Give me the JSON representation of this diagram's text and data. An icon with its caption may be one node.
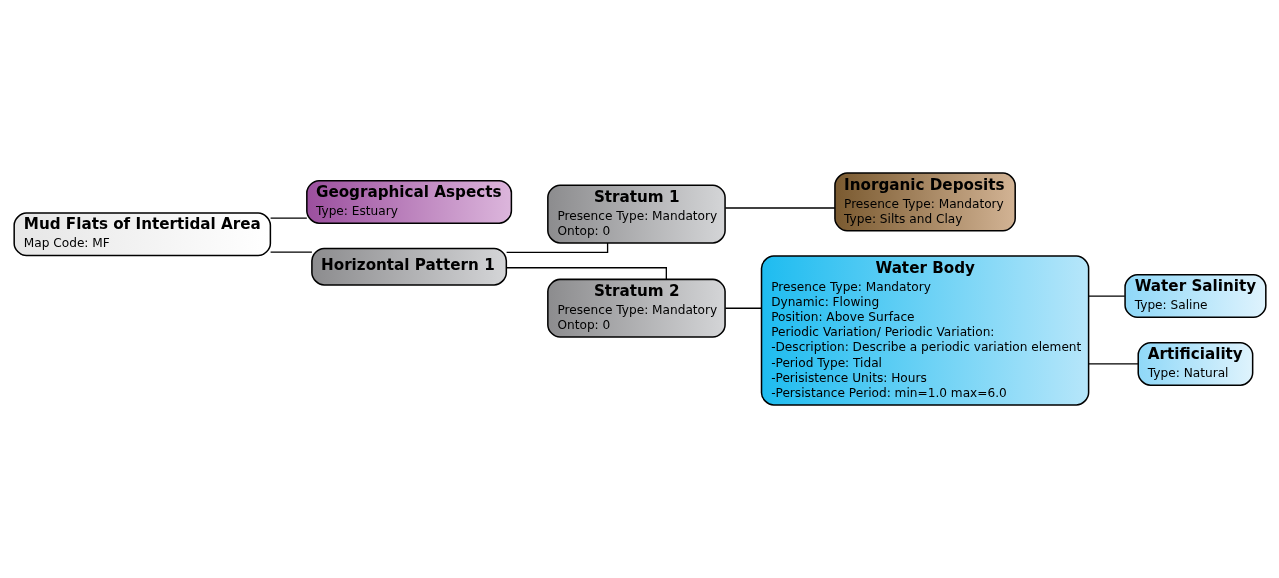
{
  "diagram": {
    "nodes": [
      {
        "text": [
          "Mud Flats of Intertidal Area",
          "Map Code: MF"
        ]
      },
      {
        "text": [
          "Geographical Aspects",
          "Type: Estuary"
        ]
      },
      {
        "text": [
          "Horizontal Pattern 1"
        ]
      },
      {
        "text": [
          "Stratum 1",
          "Presence Type: Mandatory",
          "Ontop: 0"
        ]
      },
      {
        "text": [
          "Inorganic Deposits",
          "Presence Type: Mandatory",
          "Type: Silts and Clay"
        ]
      },
      {
        "text": [
          "Stratum 2",
          "Presence Type: Mandatory",
          "Ontop: 0"
        ]
      },
      {
        "text": [
          "Water Body",
          "Presence Type: Mandatory",
          "Dynamic: Flowing",
          "Position: Above Surface",
          "Periodic Variation/ Periodic Variation:",
          "-Description: Describe a periodic variation element",
          "-Period Type: Tidal",
          "-Perisistence Units: Hours",
          "-Persistance Period: min=1.0 max=6.0"
        ]
      },
      {
        "text": [
          "Water Salinity",
          "Type: Saline"
        ]
      },
      {
        "text": [
          "Artificiality",
          "Type: Natural"
        ]
      }
    ],
    "edges": [
      {
        "from": 0,
        "to": 1,
        "arrow": "none"
      },
      {
        "from": 0,
        "to": 2,
        "arrow": "none"
      },
      {
        "from": 2,
        "to": 3,
        "arrow": "none"
      },
      {
        "from": 2,
        "to": 5,
        "arrow": "none"
      },
      {
        "from": 3,
        "to": 4,
        "arrow": "none"
      },
      {
        "from": 5,
        "to": 6,
        "arrow": "none"
      },
      {
        "from": 6,
        "to": 7,
        "arrow": "none"
      },
      {
        "from": 6,
        "to": 8,
        "arrow": "none"
      }
    ]
  }
}
